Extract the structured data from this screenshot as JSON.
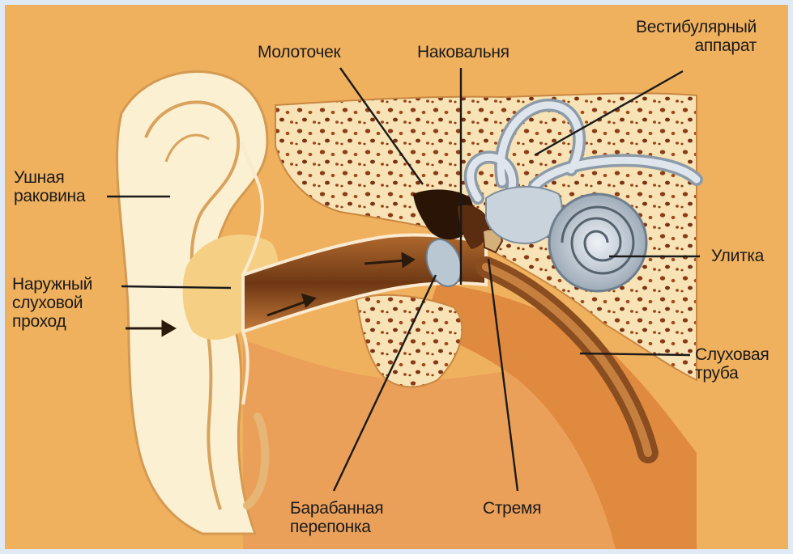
{
  "diagram": {
    "colors": {
      "background": "#f0b15e",
      "frame": "#dfeaf6",
      "bone": "#f7e3b5",
      "tissue": "#e8924a",
      "canal": "#8a4d1f",
      "inner_ear": "#c9d3dc",
      "text": "#1a1a1a"
    },
    "labels": {
      "auricle": {
        "lines": [
          "Ушная",
          "раковина"
        ]
      },
      "ear_canal": {
        "lines": [
          "Наружный",
          "слуховой",
          "проход"
        ]
      },
      "malleus": {
        "lines": [
          "Молоточек"
        ]
      },
      "incus": {
        "lines": [
          "Наковальня"
        ]
      },
      "vestibular": {
        "lines": [
          "Вестибулярный",
          "аппарат"
        ]
      },
      "cochlea": {
        "lines": [
          "Улитка"
        ]
      },
      "eustachian": {
        "lines": [
          "Слуховая",
          "труба"
        ]
      },
      "stapes": {
        "lines": [
          "Стремя"
        ]
      },
      "eardrum": {
        "lines": [
          "Барабанная",
          "перепонка"
        ]
      }
    }
  }
}
